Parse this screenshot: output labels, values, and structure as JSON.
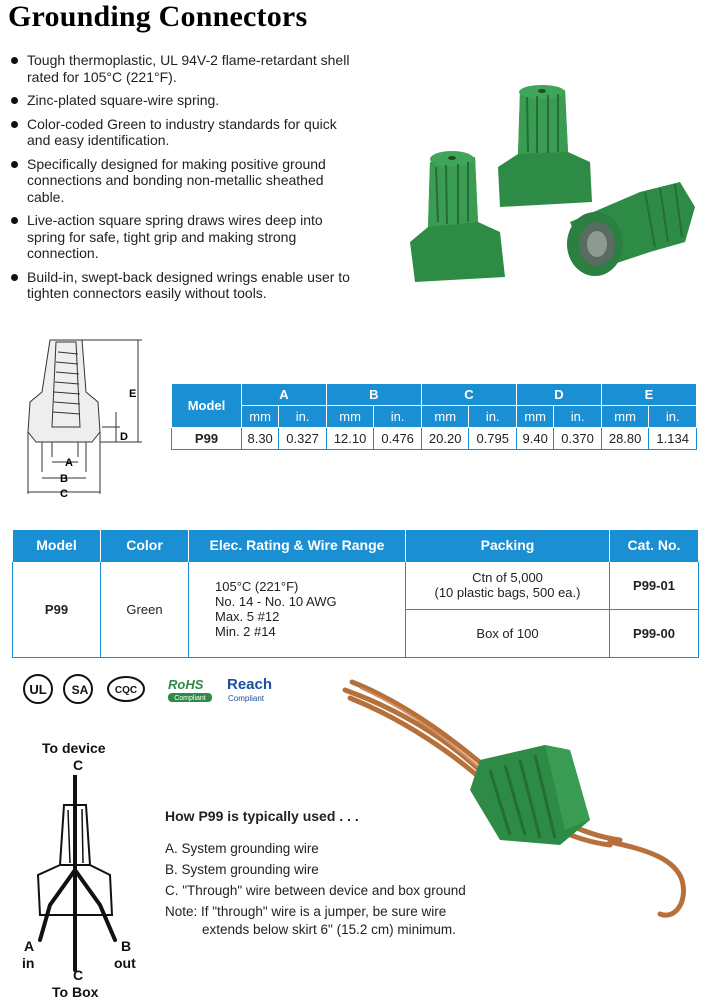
{
  "title": "Grounding Connectors",
  "bullets": [
    "Tough thermoplastic, UL 94V-2 flame-retardant shell rated for 105°C (221°F).",
    "Zinc-plated square-wire spring.",
    "Color-coded Green to industry standards for quick and easy identification.",
    "Specifically designed for making positive ground connections and bonding non-metallic sheathed cable.",
    "Live-action square spring draws wires deep into spring for safe, tight grip and making strong connection.",
    "Build-in, swept-back designed wrings enable user to tighten connectors easily without tools."
  ],
  "drawing_labels": {
    "a": "A",
    "b": "B",
    "c": "C",
    "d": "D",
    "e": "E"
  },
  "dim_table": {
    "model_header": "Model",
    "columns": [
      "A",
      "B",
      "C",
      "D",
      "E"
    ],
    "units": [
      "mm",
      "in.",
      "mm",
      "in.",
      "mm",
      "in.",
      "mm",
      "in.",
      "mm",
      "in."
    ],
    "row": {
      "model": "P99",
      "values": [
        "8.30",
        "0.327",
        "12.10",
        "0.476",
        "20.20",
        "0.795",
        "9.40",
        "0.370",
        "28.80",
        "1.134"
      ]
    }
  },
  "spec_table": {
    "headers": [
      "Model",
      "Color",
      "Elec. Rating & Wire Range",
      "Packing",
      "Cat. No."
    ],
    "model": "P99",
    "color": "Green",
    "elec_lines": [
      "105°C (221°F)",
      "No. 14 - No. 10 AWG",
      "Max. 5 #12",
      "Min. 2 #14"
    ],
    "packing": [
      {
        "line1": "Ctn of 5,000",
        "line2": "(10 plastic bags, 500 ea.)",
        "cat": "P99-01"
      },
      {
        "line1": "Box of 100",
        "line2": "",
        "cat": "P99-00"
      }
    ]
  },
  "certs": {
    "ul": "UL",
    "csa": "SA",
    "cqc": "CQC",
    "rohs": "RoHS",
    "rohs_sub": "Compliant",
    "reach": "Reach",
    "reach_sub": "Compliant"
  },
  "wiring": {
    "to_device": "To device",
    "c_top": "C",
    "a": "A",
    "a_in": "in",
    "b": "B",
    "b_out": "out",
    "c_bottom": "C",
    "to_box": "To Box"
  },
  "howto": {
    "heading": "How P99 is typically used . . .",
    "lines": [
      "A. System grounding wire",
      "B. System grounding wire",
      "C. \"Through\" wire between device and box ground",
      "Note: If \"through\" wire is a jumper, be sure wire"
    ],
    "note_cont": "extends below skirt 6\" (15.2 cm) minimum."
  },
  "colors": {
    "accent": "#1b8fd3",
    "connector_green": "#2e8b45"
  }
}
